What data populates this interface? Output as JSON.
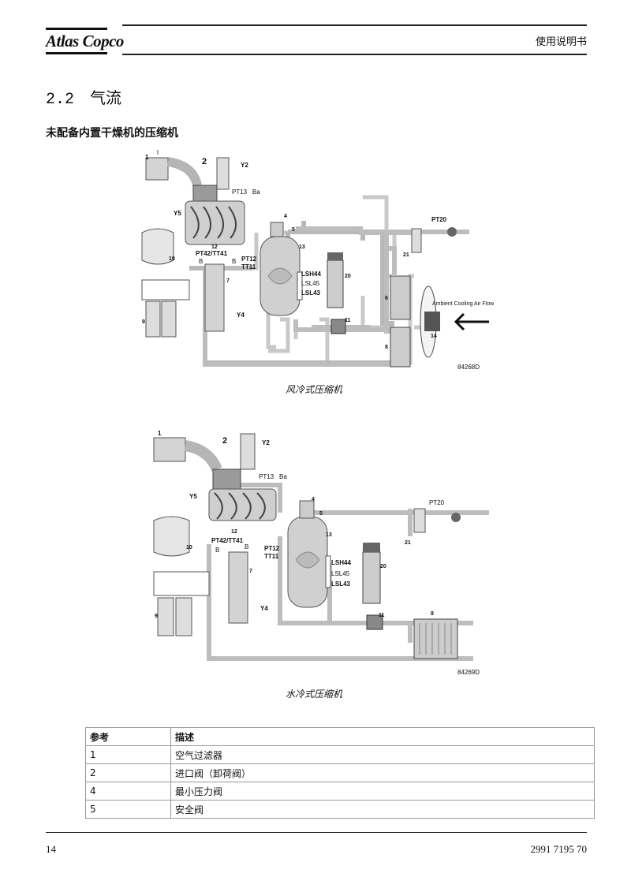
{
  "header": {
    "logo": "Atlas Copco",
    "manual_title": "使用说明书"
  },
  "section": {
    "number": "2.2",
    "title": "气流"
  },
  "subtitle": "未配备内置干燥机的压缩机",
  "diagrams": [
    {
      "caption": "风冷式压缩机",
      "code": "84268D",
      "labels": {
        "n1": "1",
        "n2": "2",
        "y2": "Y2",
        "pt13": "PT13",
        "ba": "Ba",
        "y5": "Y5",
        "n12": "12",
        "n4": "4",
        "n5": "5",
        "n13": "13",
        "pt42": "PT42/TT41",
        "b1": "B",
        "b2": "B",
        "pt12": "PT12",
        "tt11": "TT11",
        "n10": "10",
        "n7": "7",
        "lsh44": "LSH44",
        "lsl45": "LSL45",
        "lsl43": "LSL43",
        "n20": "20",
        "n9": "9",
        "y4": "Y4",
        "n11": "11",
        "n6": "6",
        "n8": "8",
        "n14": "14",
        "pt20": "PT20",
        "n21": "21",
        "fan": "Ambient Cooling Air Flow"
      }
    },
    {
      "caption": "水冷式压缩机",
      "code": "84269D",
      "labels": {
        "n1": "1",
        "n2": "2",
        "y2": "Y2",
        "pt13": "PT13",
        "ba": "Ba",
        "y5": "Y5",
        "n12": "12",
        "n4": "4",
        "n5": "5",
        "n13": "13",
        "pt42": "PT42/TT41",
        "b1": "B",
        "b2": "B",
        "pt12": "PT12",
        "tt11": "TT11",
        "n10": "10",
        "n7": "7",
        "lsh44": "LSH44",
        "lsl45": "LSL45",
        "lsl43": "LSL43",
        "n20": "20",
        "n9": "9",
        "y4": "Y4",
        "n11": "11",
        "n8": "8",
        "pt20": "PT20",
        "n21": "21"
      }
    }
  ],
  "table": {
    "headers": [
      "参考",
      "描述"
    ],
    "rows": [
      [
        "1",
        "空气过滤器"
      ],
      [
        "2",
        "进口阀（卸荷阀）"
      ],
      [
        "4",
        "最小压力阀"
      ],
      [
        "5",
        "安全阀"
      ]
    ]
  },
  "footer": {
    "page": "14",
    "doc_number": "2991 7195 70"
  }
}
